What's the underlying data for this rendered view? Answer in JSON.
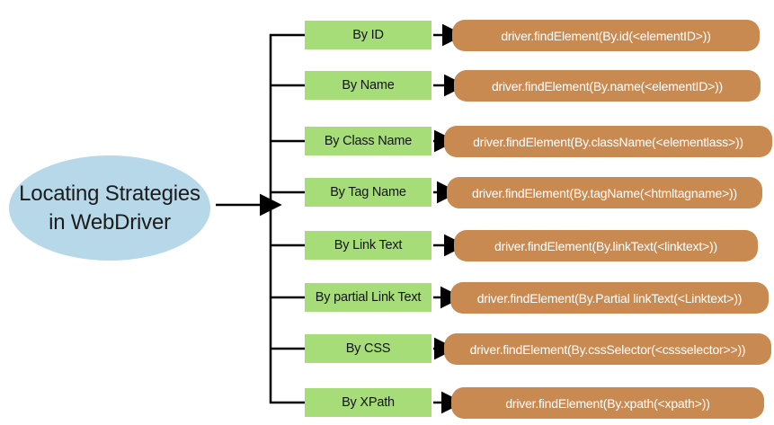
{
  "diagram": {
    "root_node": {
      "line1": "Locating Strategies",
      "line2": "in WebDriver"
    },
    "rows": [
      {
        "label": "By ID",
        "code": "driver.findElement(By.id(<elementID>))"
      },
      {
        "label": "By Name",
        "code": "driver.findElement(By.name(<elementID>))"
      },
      {
        "label": "By Class Name",
        "code": "driver.findElement(By.className(<elementlass>))"
      },
      {
        "label": "By Tag Name",
        "code": "driver.findElement(By.tagName(<htmltagname>))"
      },
      {
        "label": "By Link Text",
        "code": "driver.findElement(By.linkText(<linktext>))"
      },
      {
        "label": "By partial Link Text",
        "code": "driver.findElement(By.Partial linkText(<Linktext>))"
      },
      {
        "label": "By CSS",
        "code": "driver.findElement(By.cssSelector(<cssselector>>))"
      },
      {
        "label": "By XPath",
        "code": "driver.findElement(By.xpath(<xpath>))"
      }
    ],
    "colors": {
      "root_fill": "#b7d8e8",
      "strategy_fill": "#a6dd79",
      "code_fill": "#c98a52",
      "line": "#000000",
      "code_text": "#ffffff",
      "label_text": "#141414"
    }
  }
}
